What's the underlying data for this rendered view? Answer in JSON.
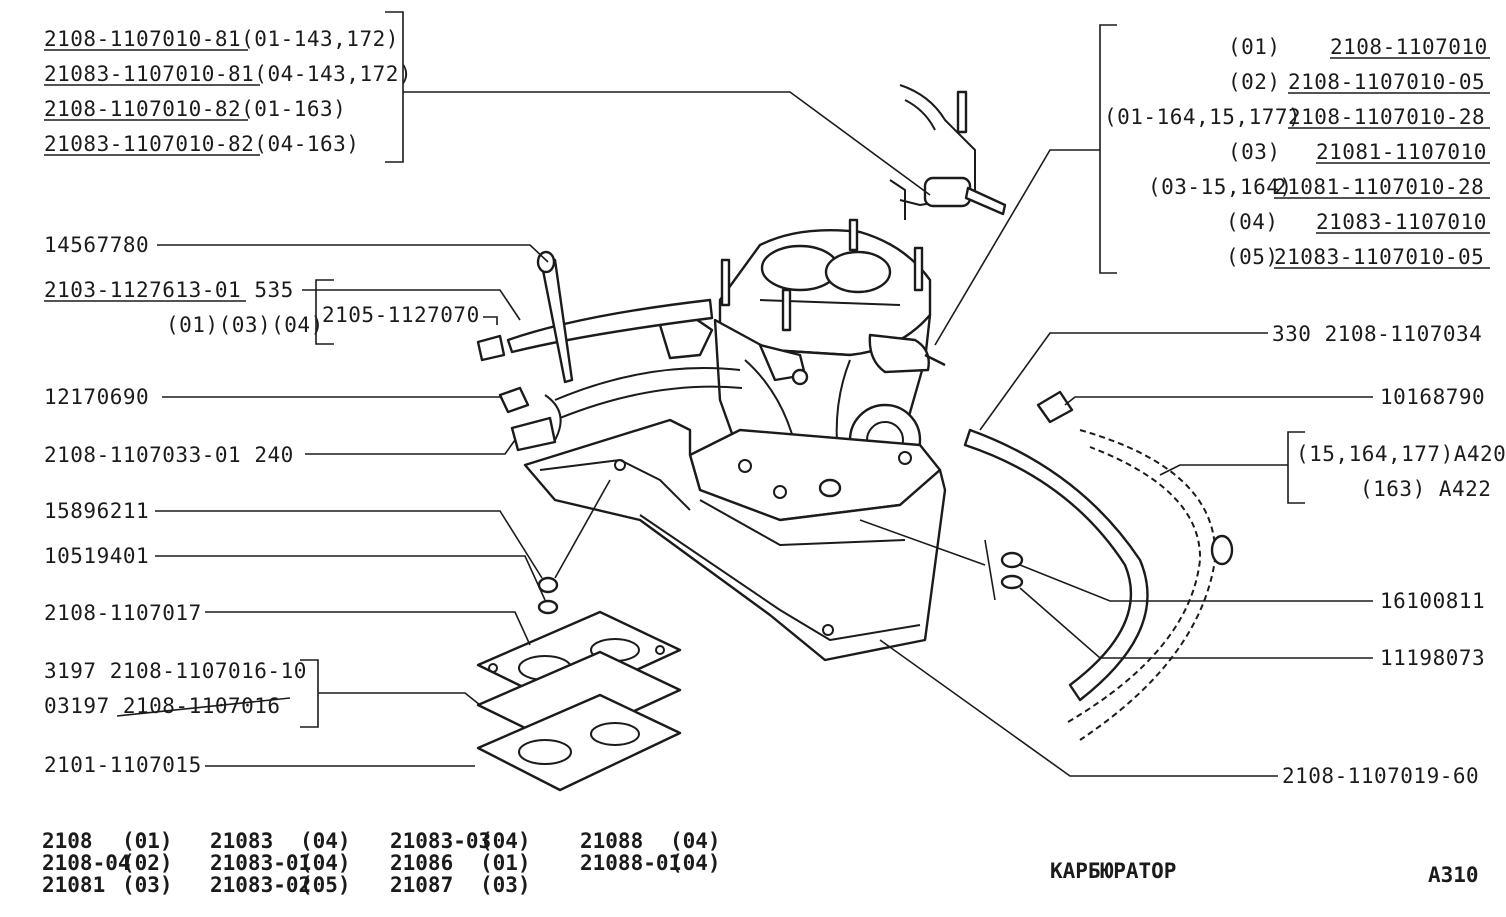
{
  "labels_left": [
    {
      "code": "2108-1107010-81",
      "note": "(01-143,172)",
      "underline": true
    },
    {
      "code": "21083-1107010-81",
      "note": "(04-143,172)",
      "underline": true
    },
    {
      "code": "2108-1107010-82",
      "note": "(01-163)",
      "underline": true
    },
    {
      "code": "21083-1107010-82",
      "note": "(04-163)",
      "underline": true
    },
    {
      "code": "14567780",
      "note": "",
      "underline": false
    },
    {
      "code": "2103-1127613-01",
      "note": "535",
      "underline": true
    },
    {
      "code": "(01)(03)(04)",
      "note": "",
      "underline": false
    },
    {
      "code": "2105-1127070",
      "note": "",
      "underline": false
    },
    {
      "code": "12170690",
      "note": "",
      "underline": false
    },
    {
      "code": "2108-1107033-01",
      "note": "240",
      "underline": false
    },
    {
      "code": "15896211",
      "note": "",
      "underline": false
    },
    {
      "code": "10519401",
      "note": "",
      "underline": false
    },
    {
      "code": "2108-1107017",
      "note": "",
      "underline": false
    },
    {
      "code": "3197 2108-1107016-10",
      "note": "",
      "underline": false
    },
    {
      "code": "03197 2108-1107016",
      "note": "",
      "underline": false
    },
    {
      "code": "2101-1107015",
      "note": "",
      "underline": false
    }
  ],
  "labels_right": [
    {
      "variant": "(01)",
      "code": "2108-1107010"
    },
    {
      "variant": "(02)",
      "code": "2108-1107010-05"
    },
    {
      "variant": "(01-164,15,177)",
      "code": "2108-1107010-28"
    },
    {
      "variant": "(03)",
      "code": "21081-1107010"
    },
    {
      "variant": "(03-15,164)",
      "code": "21081-1107010-28"
    },
    {
      "variant": "(04)",
      "code": "21083-1107010"
    },
    {
      "variant": "(05)",
      "code": "21083-1107010-05"
    }
  ],
  "labels_right_plain": [
    "330 2108-1107034",
    "10168790",
    "(15,164,177)A420",
    "(163) A422",
    "16100811",
    "11198073",
    "2108-1107019-60"
  ],
  "legend": [
    {
      "model": "2108",
      "code": "(01)"
    },
    {
      "model": "2108-04",
      "code": "(02)"
    },
    {
      "model": "21081",
      "code": "(03)"
    },
    {
      "model": "21083",
      "code": "(04)"
    },
    {
      "model": "21083-01",
      "code": "(04)"
    },
    {
      "model": "21083-02",
      "code": "(05)"
    },
    {
      "model": "21083-03",
      "code": "(04)"
    },
    {
      "model": "21086",
      "code": "(01)"
    },
    {
      "model": "21087",
      "code": "(03)"
    },
    {
      "model": "21088",
      "code": "(04)"
    },
    {
      "model": "21088-01",
      "code": "(04)"
    }
  ],
  "title": "КАРБЮРАТОР",
  "page_code": "А310"
}
